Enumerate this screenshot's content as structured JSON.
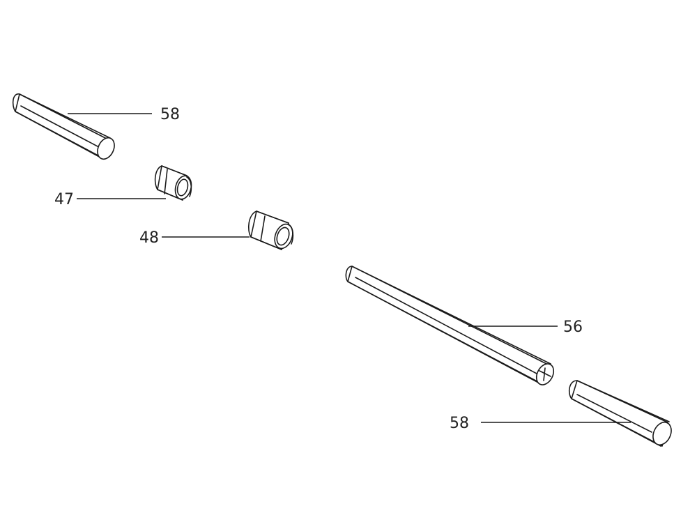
{
  "diagram": {
    "callouts": {
      "tube_top_left": "58",
      "connector_upper": "47",
      "connector_lower": "48",
      "tube_long": "56",
      "tube_bottom_right": "58"
    }
  }
}
